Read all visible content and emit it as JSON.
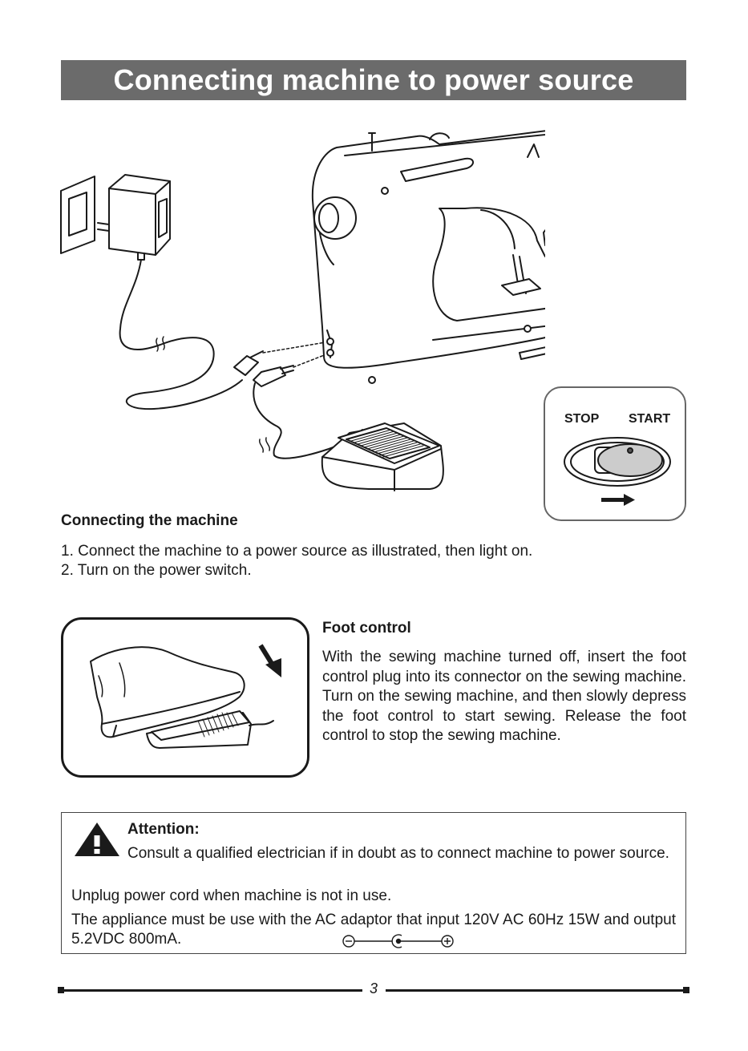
{
  "header": {
    "title": "Connecting machine to power source"
  },
  "switch": {
    "stop_label": "STOP",
    "start_label": "START"
  },
  "connecting": {
    "heading": "Connecting the machine",
    "steps": [
      "1. Connect the machine to a power source as illustrated, then light on.",
      "2. Turn on the power switch."
    ]
  },
  "foot_control": {
    "heading": "Foot control",
    "body": "With the sewing machine turned off, insert the foot control plug into its connector on the sewing machine. Turn on the sewing machine, and then slowly depress the foot control to start sewing. Release the foot control to stop the sewing machine."
  },
  "attention": {
    "title": "Attention:",
    "line1": "Consult a qualified electrician if in doubt as to connect machine to power source.",
    "line2": "Unplug power cord when machine is not in use.",
    "line3": "The appliance must be use with the AC adaptor that input 120V AC 60Hz 15W and output 5.2VDC 800mA."
  },
  "footer": {
    "page_number": "3"
  }
}
